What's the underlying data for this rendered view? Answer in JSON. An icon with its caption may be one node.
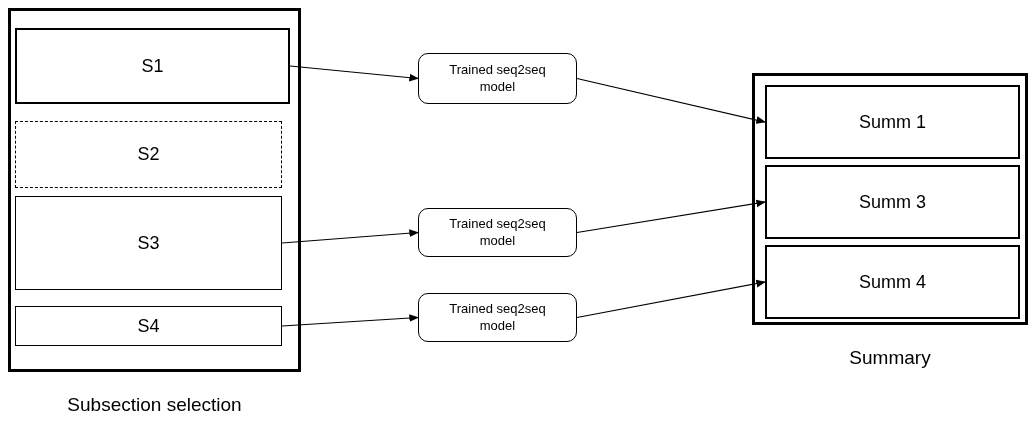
{
  "diagram": {
    "nodes": [
      {
        "text": [
          "Subsection selection"
        ]
      },
      {
        "text": [
          "S1"
        ],
        "in": 0
      },
      {
        "text": [
          "S2"
        ],
        "in": 0
      },
      {
        "text": [
          "S3"
        ],
        "in": 0
      },
      {
        "text": [
          "S4"
        ],
        "in": 0
      },
      {
        "text": [
          "Trained seq2seq model"
        ]
      },
      {
        "text": [
          "Trained seq2seq model"
        ]
      },
      {
        "text": [
          "Trained seq2seq model"
        ]
      },
      {
        "text": [
          "Summary"
        ]
      },
      {
        "text": [
          "Summ 1"
        ],
        "in": 8
      },
      {
        "text": [
          "Summ 3"
        ],
        "in": 8
      },
      {
        "text": [
          "Summ 4"
        ],
        "in": 8
      }
    ],
    "edges": [
      {
        "from": 1,
        "to": 5,
        "arrow": "to"
      },
      {
        "from": 5,
        "to": 9,
        "arrow": "to"
      },
      {
        "from": 3,
        "to": 6,
        "arrow": "to"
      },
      {
        "from": 6,
        "to": 10,
        "arrow": "to"
      },
      {
        "from": 4,
        "to": 7,
        "arrow": "to"
      },
      {
        "from": 7,
        "to": 11,
        "arrow": "to"
      }
    ]
  }
}
